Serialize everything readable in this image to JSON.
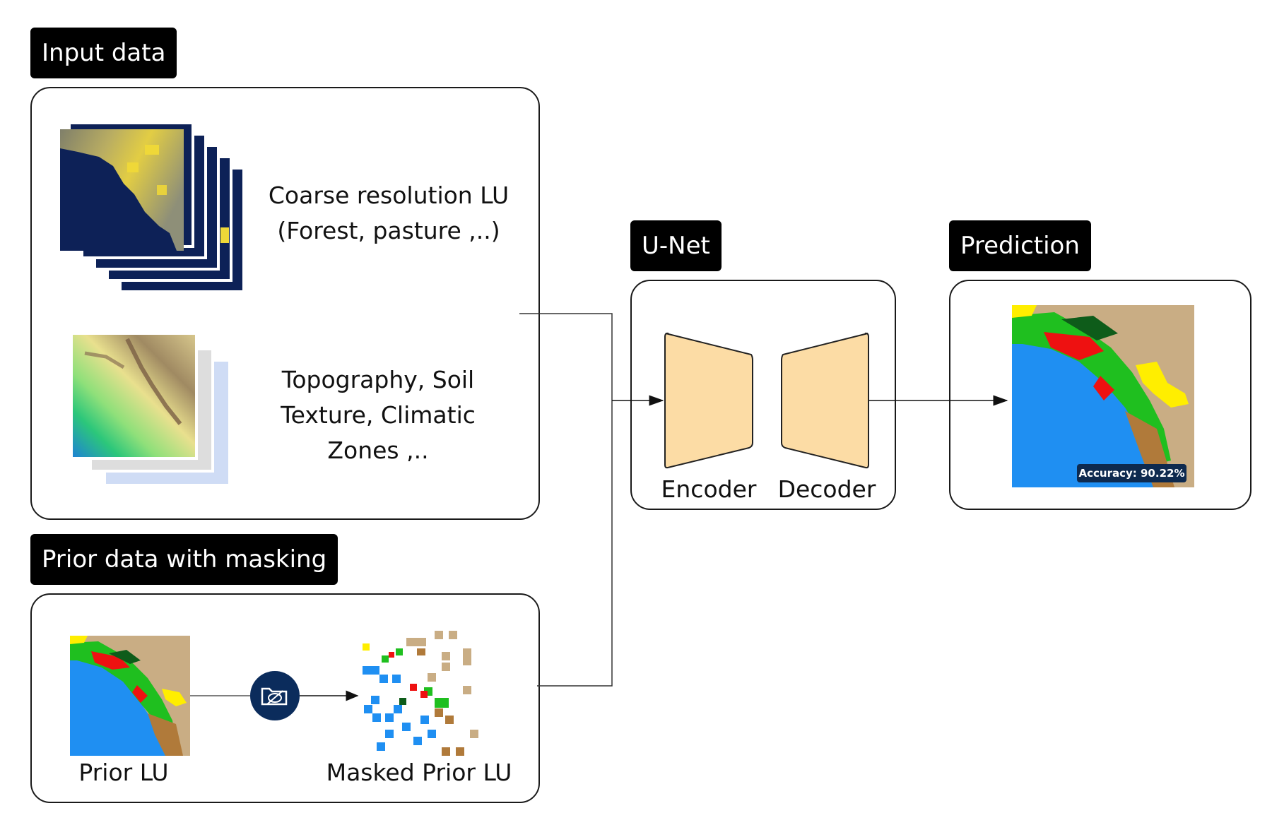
{
  "sections": {
    "input": "Input data",
    "prior": "Prior data with masking",
    "unet": "U-Net",
    "prediction": "Prediction"
  },
  "input_items": {
    "coarse_line1": "Coarse resolution LU",
    "coarse_line2": "(Forest, pasture ,..)",
    "static_line1": "Topography, Soil",
    "static_line2": "Texture, Climatic",
    "static_line3": "Zones ,.."
  },
  "prior_items": {
    "prior_lu": "Prior LU",
    "masked_prior_lu": "Masked Prior LU",
    "mask_icon": "folder-hidden-icon"
  },
  "unet_blocks": {
    "encoder": "Encoder",
    "decoder": "Decoder"
  },
  "prediction": {
    "accuracy": "Accuracy: 90.22%"
  },
  "colors": {
    "unet_block": "#fcdca5",
    "coarse_bg": "#0d2157",
    "coarse_highlight": "#e6cf4a",
    "ocean": "#1f8ff2",
    "land": "#c9ad84",
    "forest": "#1fbf1f",
    "dense_forest": "#0e5c1a",
    "urban": "#ee1111",
    "crop": "#ffee00",
    "shrub": "#b07a3a",
    "mask_icon_bg": "#0b2c5c"
  }
}
